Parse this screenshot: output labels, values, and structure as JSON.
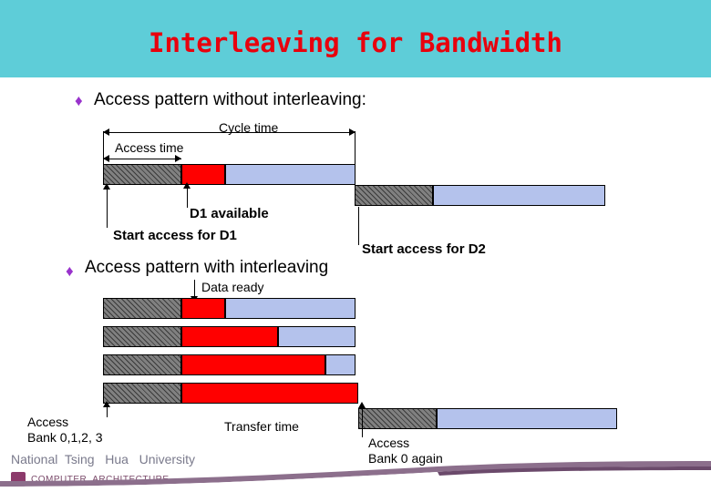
{
  "slide": {
    "title": "Interleaving for Bandwidth",
    "bullet_marker": "♦",
    "bullets": [
      {
        "text": "Access pattern without interleaving:"
      },
      {
        "text": "Access pattern with interleaving"
      }
    ],
    "labels": {
      "cycle_time": "Cycle time",
      "access_time": "Access time",
      "d1_available": "D1 available",
      "start_access_d1": "Start access for D1",
      "start_access_d2": "Start access for D2",
      "data_ready": "Data ready",
      "access_bank_line1": "Access",
      "access_bank_line2": "Bank 0,1,2, 3",
      "transfer_time": "Transfer time",
      "access_again_line1": "Access",
      "access_again_line2": "Bank 0 again"
    },
    "colors": {
      "banner": "#5ECDD8",
      "title": "#E8000D",
      "bullet": "#9933CC",
      "hatch": "#808080",
      "red": "#FF0000",
      "blue": "#B4C2EC",
      "footer_text": "#7A7A8C",
      "footer_sub": "#7A4A6A"
    },
    "footer": {
      "university": "National  Tsing   Hua   University",
      "department": "COMPUTER  ARCHITECTURE"
    }
  }
}
